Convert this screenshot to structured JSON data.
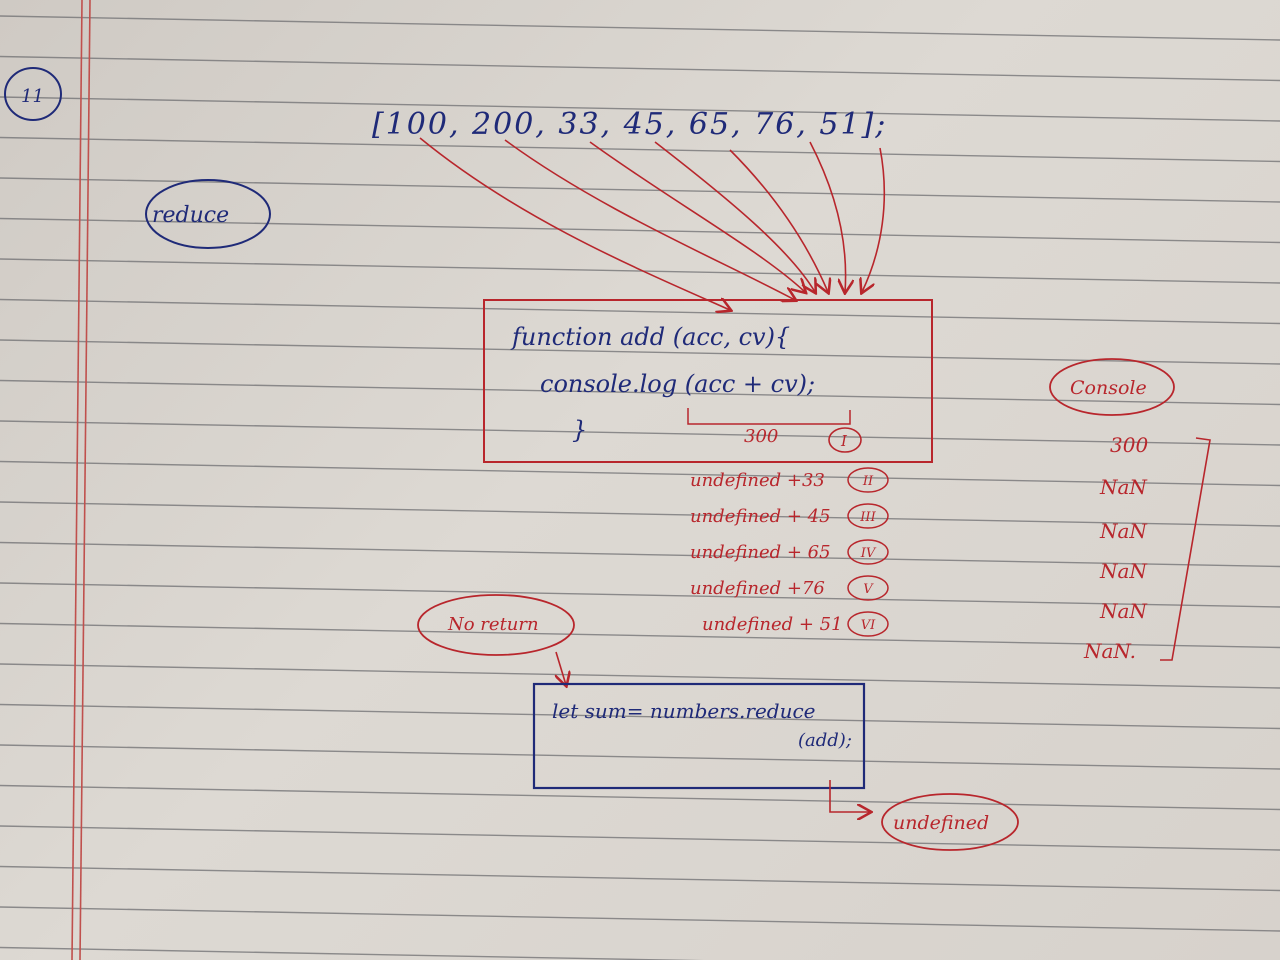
{
  "page_number": "11",
  "topic_label": "reduce",
  "array_literal": "[100, 200, 33, 45, 65, 76, 51];",
  "function_code": {
    "line1": "function add (acc, cv){",
    "line2": "console.log (acc + cv);",
    "line3": "}"
  },
  "first_result": "300",
  "iterations": [
    {
      "expr": "undefined +33",
      "numeral": "II"
    },
    {
      "expr": "undefined + 45",
      "numeral": "III"
    },
    {
      "expr": "undefined + 65",
      "numeral": "IV"
    },
    {
      "expr": "undefined +76",
      "numeral": "V"
    },
    {
      "expr": "undefined + 51",
      "numeral": "VI"
    }
  ],
  "first_numeral": "I",
  "no_return_label": "No return",
  "sum_code": {
    "line1": "let sum= numbers.reduce",
    "line2": "(add);"
  },
  "sum_result": "undefined",
  "console_label": "Console",
  "console_output": [
    "300",
    "NaN",
    "NaN",
    "NaN",
    "NaN",
    "NaN."
  ],
  "colors": {
    "pen_blue": "#1f2a78",
    "pen_red": "#b8262c",
    "rule_line": "#6f6f72",
    "margin_line": "#c0504d"
  }
}
